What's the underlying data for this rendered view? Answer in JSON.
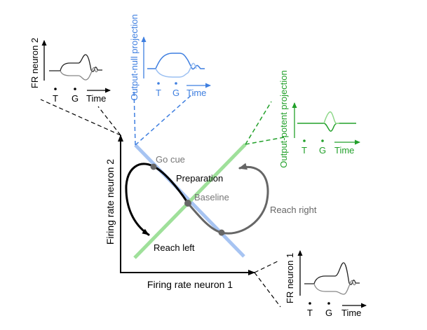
{
  "axes": {
    "xlabel": "Firing rate neuron 1",
    "ylabel": "Firing rate neuron 2"
  },
  "trajectory_labels": {
    "go_cue": "Go cue",
    "preparation": "Preparation",
    "baseline": "Baseline",
    "reach_right": "Reach right",
    "reach_left": "Reach left"
  },
  "projections": {
    "output_null": "Output-null projection",
    "output_potent": "Output-potent projection"
  },
  "insets": {
    "neuron1": {
      "ylabel": "FR neuron 1",
      "t": "T",
      "g": "G",
      "time": "Time"
    },
    "neuron2": {
      "ylabel": "FR neuron 2",
      "t": "T",
      "g": "G",
      "time": "Time"
    },
    "null": {
      "t": "T",
      "g": "G",
      "time": "Time"
    },
    "potent": {
      "t": "T",
      "g": "G",
      "time": "Time"
    }
  },
  "colors": {
    "null_blue": "#3f7fe0",
    "null_line": "#a7c4f2",
    "null_light": "#9cc0f2",
    "potent_green": "#22a02a",
    "potent_line": "#9fe09a",
    "potent_light": "#8fd88a",
    "gray": "#777777",
    "black": "#000000"
  }
}
